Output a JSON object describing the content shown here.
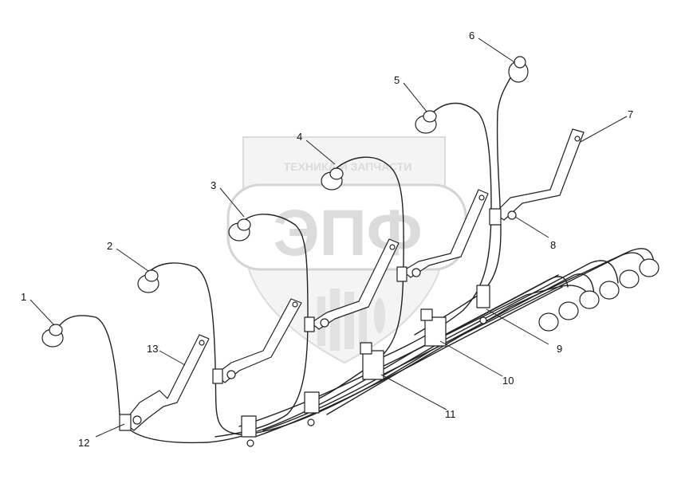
{
  "watermark": {
    "top_text": "ТЕХНИКА И ЗАПЧАСТИ",
    "logo_text": "ЭПФ",
    "colors": {
      "shield": "#ececec",
      "outline": "#c8c8c8"
    }
  },
  "callouts": [
    "1",
    "2",
    "3",
    "4",
    "5",
    "6",
    "7",
    "8",
    "9",
    "10",
    "11",
    "12",
    "13"
  ],
  "colors": {
    "line": "#222222",
    "background": "#ffffff"
  }
}
